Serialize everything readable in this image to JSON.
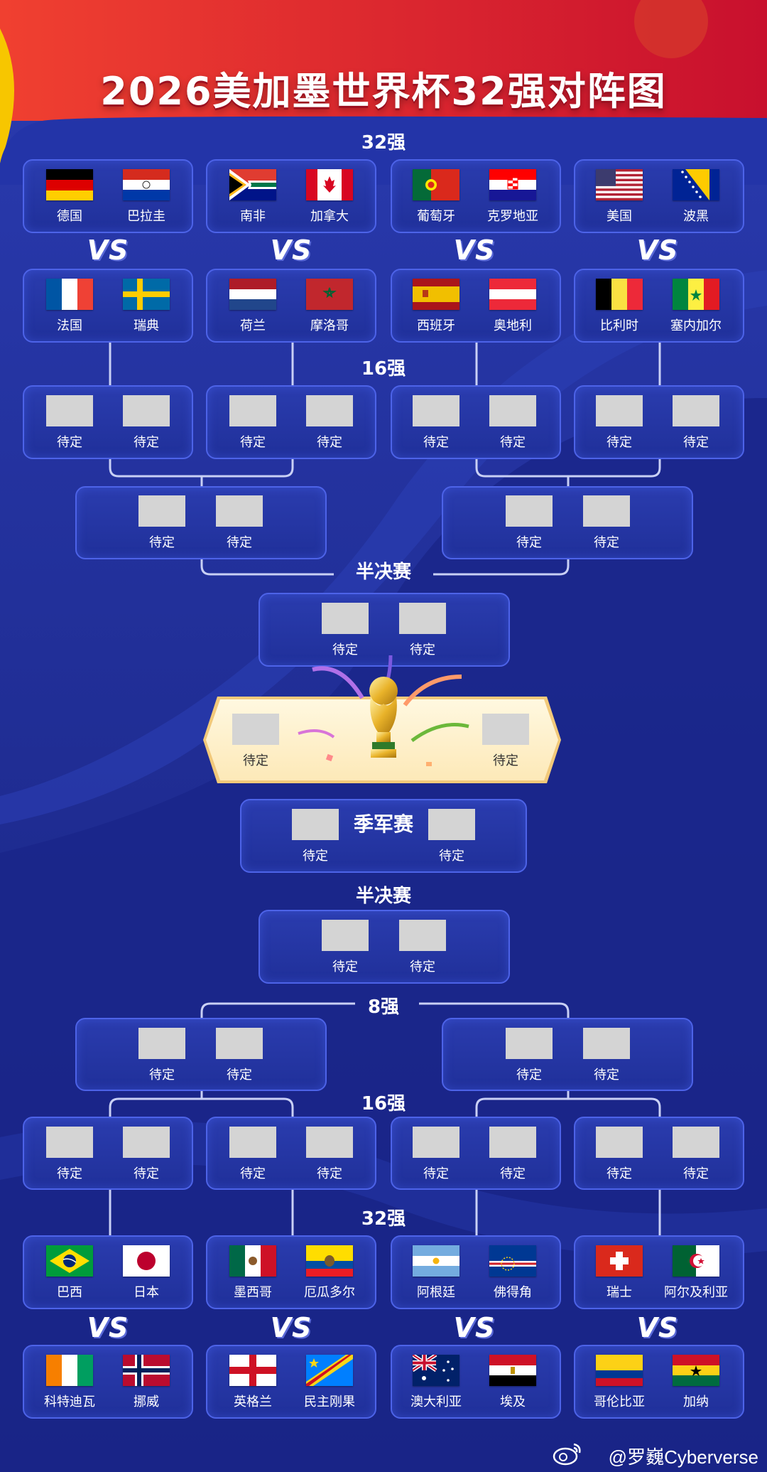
{
  "title": "2026美加墨世界杯32强对阵图",
  "labels": {
    "r32": "32强",
    "r16": "16强",
    "qf": "8强",
    "sf": "半决赛",
    "third": "季军赛",
    "vs": "VS",
    "tbd": "待定"
  },
  "top_r32_row1": [
    {
      "a": "德国",
      "b": "巴拉圭"
    },
    {
      "a": "南非",
      "b": "加拿大"
    },
    {
      "a": "葡萄牙",
      "b": "克罗地亚"
    },
    {
      "a": "美国",
      "b": "波黑"
    }
  ],
  "top_r32_row2": [
    {
      "a": "法国",
      "b": "瑞典"
    },
    {
      "a": "荷兰",
      "b": "摩洛哥"
    },
    {
      "a": "西班牙",
      "b": "奥地利"
    },
    {
      "a": "比利时",
      "b": "塞内加尔"
    }
  ],
  "bottom_r32_row1": [
    {
      "a": "巴西",
      "b": "日本"
    },
    {
      "a": "墨西哥",
      "b": "厄瓜多尔"
    },
    {
      "a": "阿根廷",
      "b": "佛得角"
    },
    {
      "a": "瑞士",
      "b": "阿尔及利亚"
    }
  ],
  "bottom_r32_row2": [
    {
      "a": "科特迪瓦",
      "b": "挪威"
    },
    {
      "a": "英格兰",
      "b": "民主刚果"
    },
    {
      "a": "澳大利亚",
      "b": "埃及"
    },
    {
      "a": "哥伦比亚",
      "b": "加纳"
    }
  ],
  "watermark": "@罗巍Cyberverse",
  "colors": {
    "background": "#1c2a8c",
    "header_red": "#e5262f",
    "box_border": "#4d63e8",
    "final_card": "#fdf0cc"
  }
}
